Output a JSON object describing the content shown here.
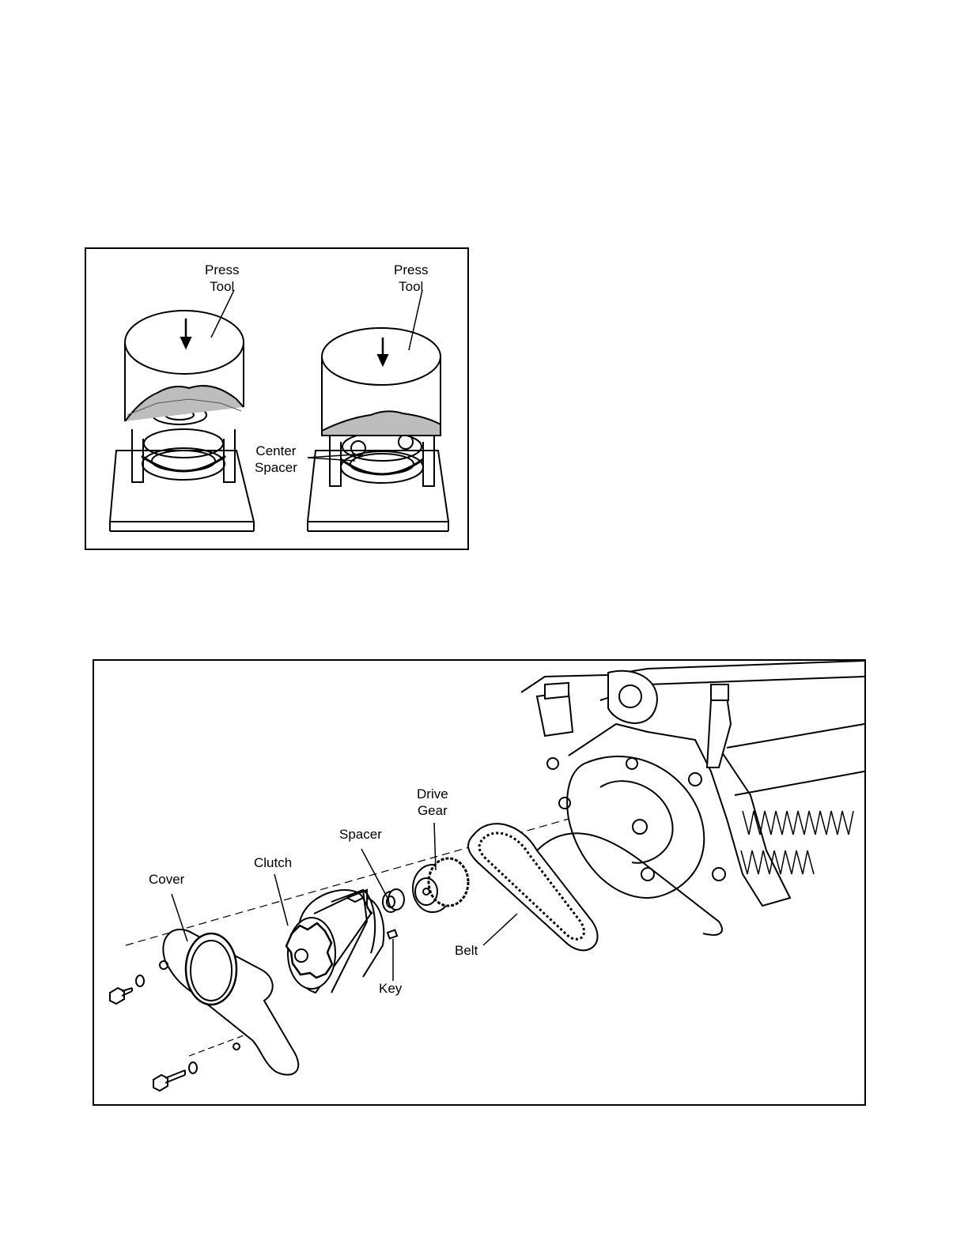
{
  "figure1": {
    "labels": {
      "press_tool_left": [
        "Press",
        "Tool"
      ],
      "press_tool_right": [
        "Press",
        "Tool"
      ],
      "center_spacer": [
        "Center",
        "Spacer"
      ]
    }
  },
  "figure2": {
    "labels": {
      "cover": "Cover",
      "clutch": "Clutch",
      "spacer": "Spacer",
      "drive_gear": [
        "Drive",
        "Gear"
      ],
      "key": "Key",
      "belt": "Belt"
    }
  }
}
